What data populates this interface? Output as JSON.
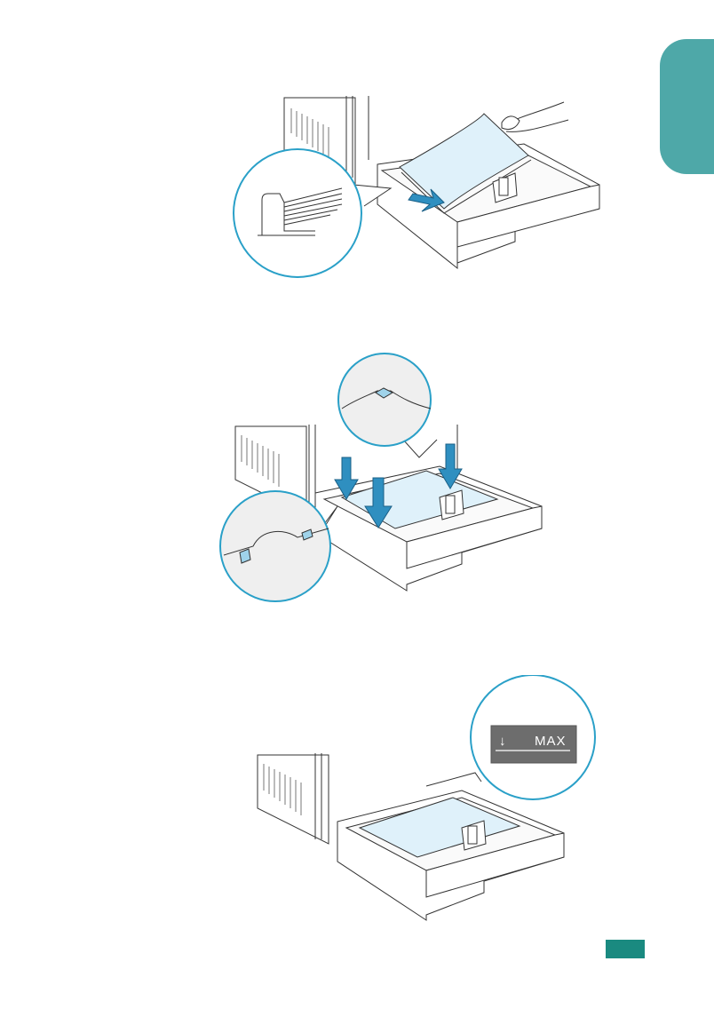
{
  "side_tab": {
    "color": "#4ea8a8"
  },
  "figures": [
    {
      "name": "load-paper-stack",
      "paper_color": "#dff1fa",
      "arrow_color": "#2f8fc0"
    },
    {
      "name": "press-paper-under-clips",
      "paper_color": "#dff1fa",
      "arrow_color": "#2f8fc0"
    },
    {
      "name": "check-max-fill-mark",
      "max_label": "MAX",
      "max_arrow": "↓"
    }
  ],
  "page_box": {
    "color": "#1a8a80"
  }
}
